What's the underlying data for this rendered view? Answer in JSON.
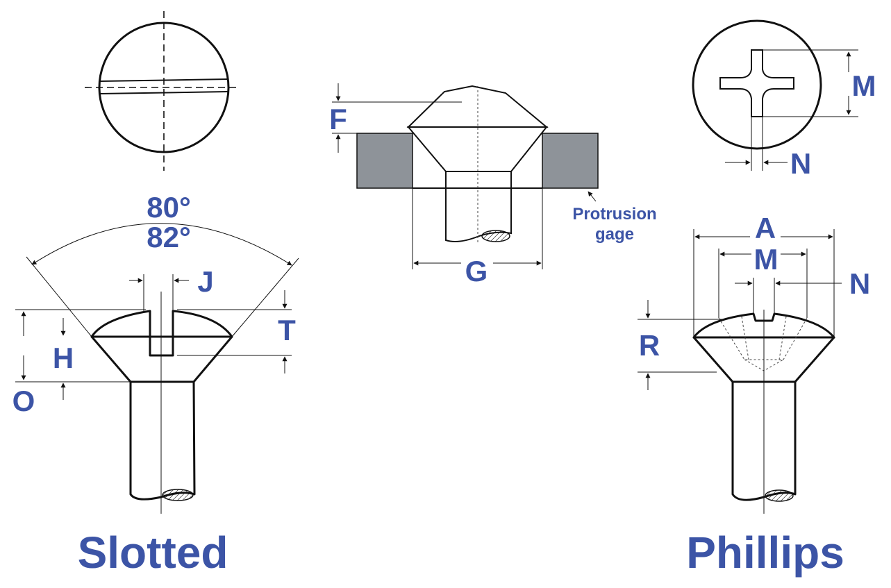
{
  "colors": {
    "part_fill": "#dcdce4",
    "gage_fill": "#8e9399",
    "label": "#3c54a6",
    "line": "#111111"
  },
  "slotted": {
    "title": "Slotted",
    "angle_top": "80°",
    "angle_bottom": "82°",
    "label_j": "J",
    "label_t": "T",
    "label_h": "H",
    "label_o": "O"
  },
  "gage": {
    "label_f": "F",
    "label_g": "G",
    "caption_line1": "Protrusion",
    "caption_line2": "gage"
  },
  "phillips": {
    "title": "Phillips",
    "label_m_top": "M",
    "label_n_top": "N",
    "label_a": "A",
    "label_m": "M",
    "label_n": "N",
    "label_r": "R"
  }
}
